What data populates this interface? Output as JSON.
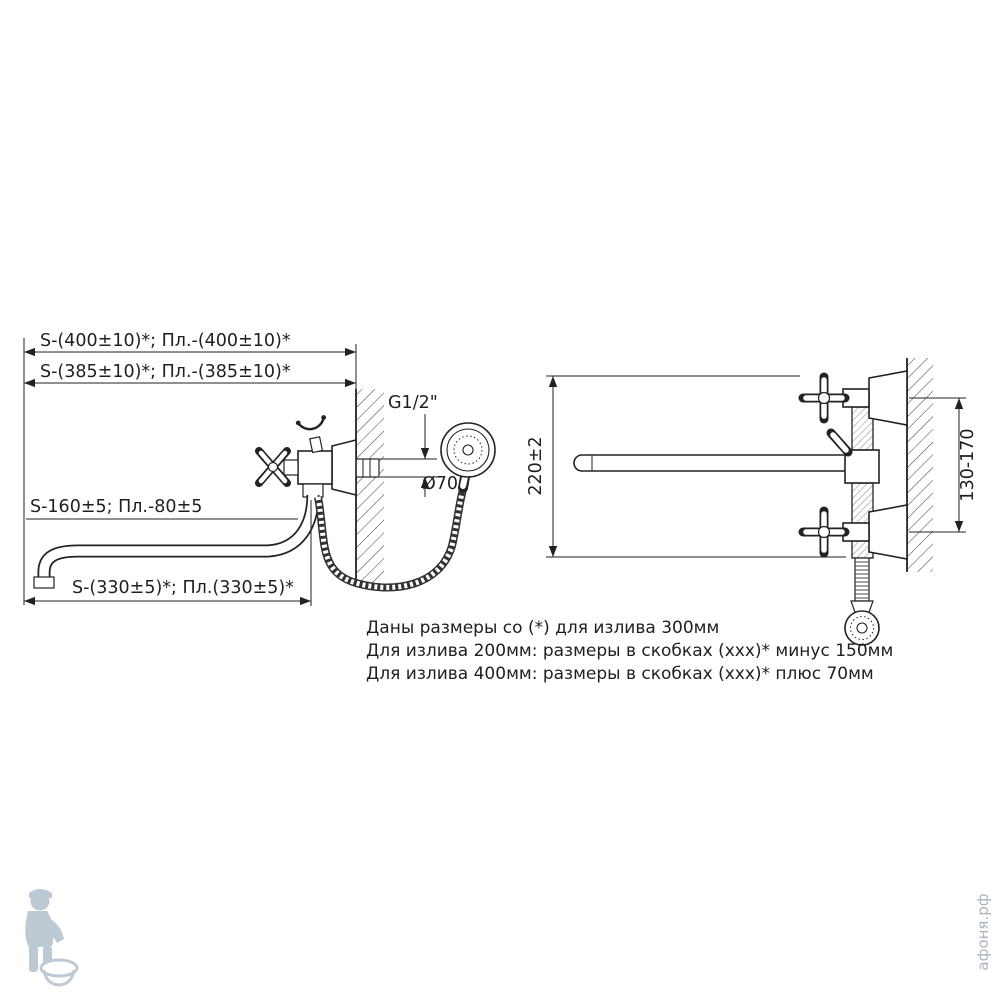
{
  "diagram": {
    "left_view": {
      "dim_top": "S-(400±10)*; Пл.-(400±10)*",
      "dim_second": "S-(385±10)*; Пл.-(385±10)*",
      "thread_label": "G1/2\"",
      "diameter_label": "Ø70",
      "dim_spout": "S-160±5; Пл.-80±5",
      "dim_bottom": "S-(330±5)*; Пл.(330±5)*"
    },
    "right_view": {
      "dim_height": "220±2",
      "dim_spacing": "130-170"
    },
    "notes": [
      "Даны размеры со (*) для излива 300мм",
      "Для излива 200мм: размеры в скобках (xxx)* минус 150мм",
      "Для излива 400мм: размеры в скобках (xxx)* плюс 70мм"
    ],
    "watermark": "афоня.рф",
    "colors": {
      "line": "#1f1f1f",
      "watermark": "#b3c1cc"
    }
  }
}
